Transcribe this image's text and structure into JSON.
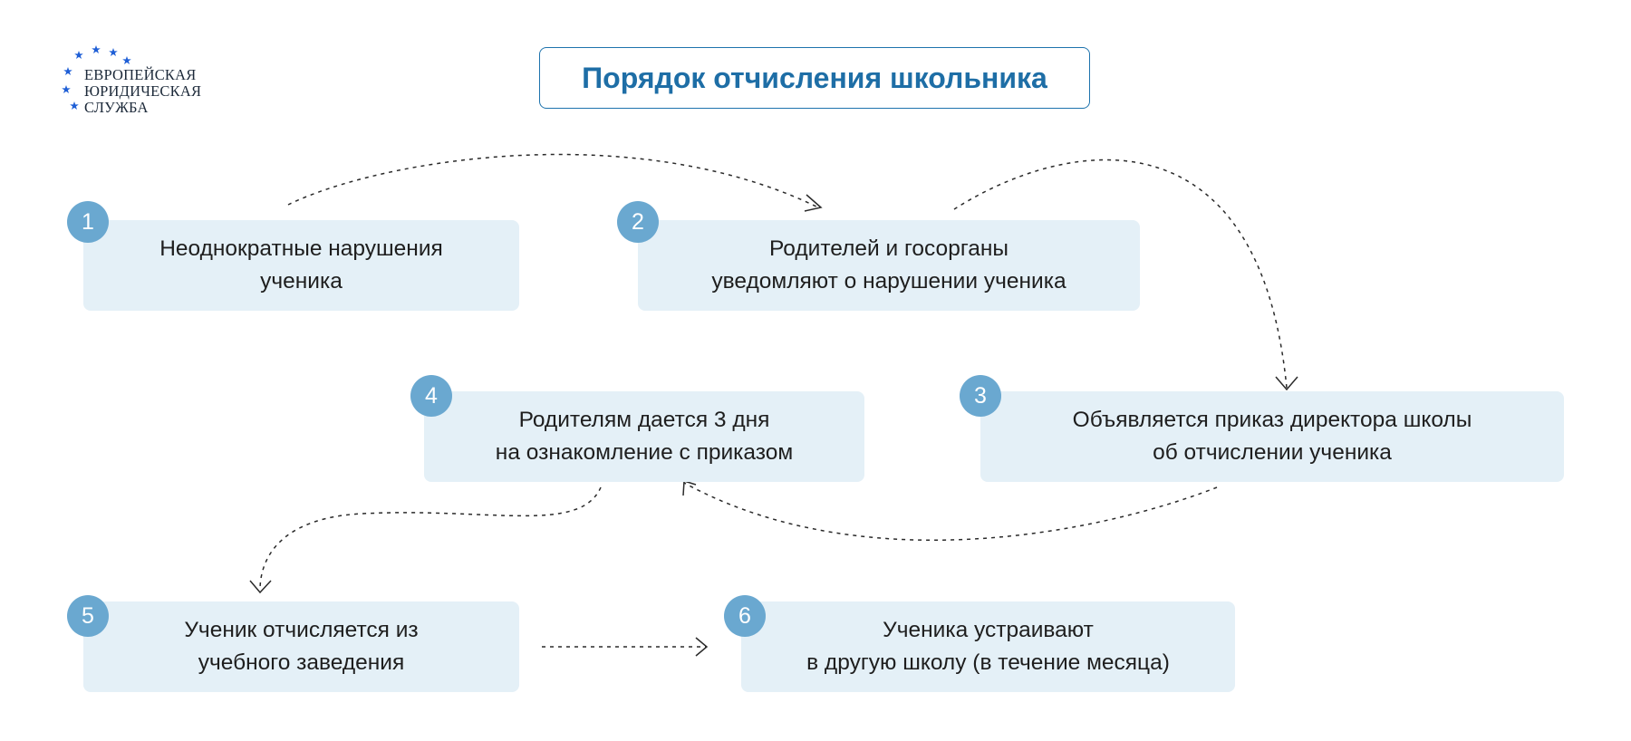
{
  "logo": {
    "lines": [
      "ЕВРОПЕЙСКАЯ",
      "ЮРИДИЧЕСКАЯ",
      "СЛУЖБА"
    ]
  },
  "title": "Порядок отчисления школьника",
  "steps": [
    {
      "number": "1",
      "lines": [
        "Неоднократные нарушения",
        "ученика"
      ]
    },
    {
      "number": "2",
      "lines": [
        "Родителей и госорганы",
        "уведомляют о нарушении ученика"
      ]
    },
    {
      "number": "3",
      "lines": [
        "Объявляется приказ директора школы",
        "об отчислении ученика"
      ]
    },
    {
      "number": "4",
      "lines": [
        "Родителям дается 3 дня",
        "на ознакомление с приказом"
      ]
    },
    {
      "number": "5",
      "lines": [
        "Ученик отчисляется из",
        "учебного заведения"
      ]
    },
    {
      "number": "6",
      "lines": [
        "Ученика устраивают",
        "в другую школу (в течение месяца)"
      ]
    }
  ],
  "colors": {
    "title": "#1e6ea6",
    "box": "#e4f0f7",
    "badge": "#6aa8d0",
    "stars": "#1f5fd6"
  },
  "connectors": [
    {
      "from": "1",
      "to": "2"
    },
    {
      "from": "2",
      "to": "3"
    },
    {
      "from": "3",
      "to": "4"
    },
    {
      "from": "4",
      "to": "5"
    },
    {
      "from": "5",
      "to": "6"
    }
  ]
}
